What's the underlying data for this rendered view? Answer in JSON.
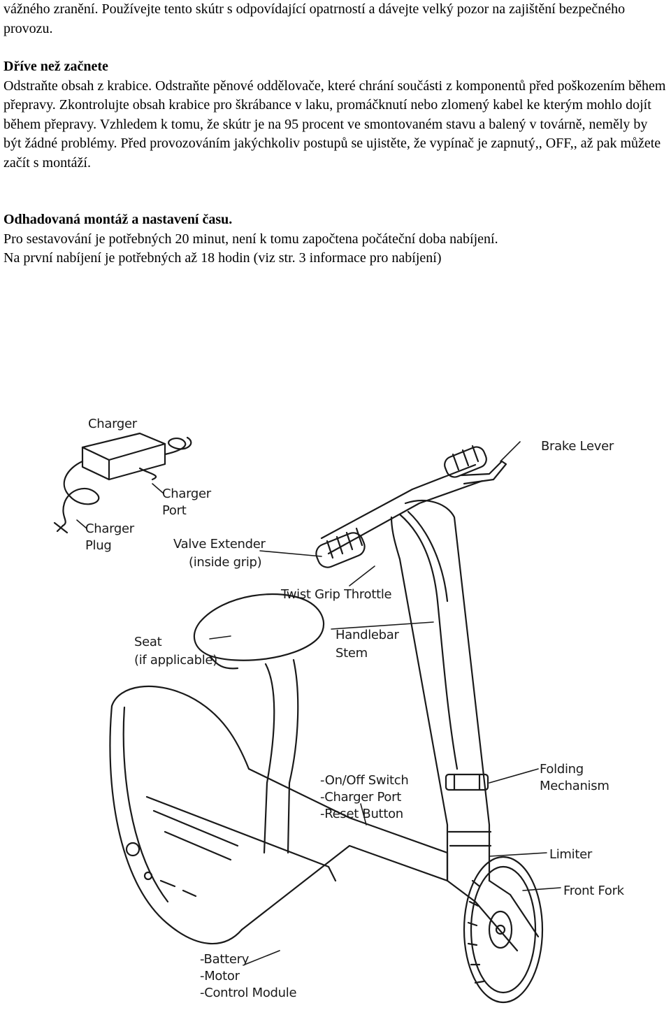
{
  "document": {
    "paragraphs": [
      {
        "id": "intro",
        "text": "vážného zranění. Používejte tento skútr s odpovídající opatrností a dávejte velký pozor na zajištění bezpečného provozu."
      },
      {
        "id": "before-heading",
        "text": "Dříve než začnete"
      },
      {
        "id": "before-body",
        "text": "Odstraňte obsah z krabice. Odstraňte pěnové oddělovače, které chrání součásti z komponentů před poškozením během přepravy. Zkontrolujte obsah krabice pro škrábance v laku, promáčknutí nebo zlomený kabel ke kterým mohlo dojít během přepravy. Vzhledem k tomu, že skútr je na 95 procent ve smontovaném stavu a balený v továrně, neměly by být žádné problémy. Před provozováním jakýchkoliv postupů se ujistěte, že vypínač je zapnutý,, OFF,, až pak můžete začít s montáží."
      },
      {
        "id": "assembly-heading",
        "text": "Odhadovaná montáž a nastavení času."
      },
      {
        "id": "assembly-body-1",
        "text": "Pro sestavování je potřebných 20 minut, není k tomu započtena počáteční doba nabíjení."
      },
      {
        "id": "assembly-body-2",
        "text": "Na první nabíjení je potřebných až 18 hodin (viz str. 3 informace pro nabíjení)"
      }
    ]
  },
  "diagram": {
    "labels": {
      "charger": "Charger",
      "charger_port": [
        "Charger",
        "Port"
      ],
      "charger_plug": [
        "Charger",
        "Plug"
      ],
      "valve_extender": [
        "Valve Extender",
        "(inside grip)"
      ],
      "twist_grip_throttle": "Twist Grip Throttle",
      "brake_lever": "Brake Lever",
      "seat": [
        "Seat",
        "(if applicable)"
      ],
      "handlebar_stem": [
        "Handlebar",
        "Stem"
      ],
      "switch_group": [
        "-On/Off Switch",
        "-Charger Port",
        "-Reset Button"
      ],
      "folding_mechanism": [
        "Folding",
        "Mechanism"
      ],
      "limiter": "Limiter",
      "front_fork": "Front Fork",
      "battery_group": [
        "-Battery",
        "-Motor",
        "-Control Module"
      ]
    }
  }
}
